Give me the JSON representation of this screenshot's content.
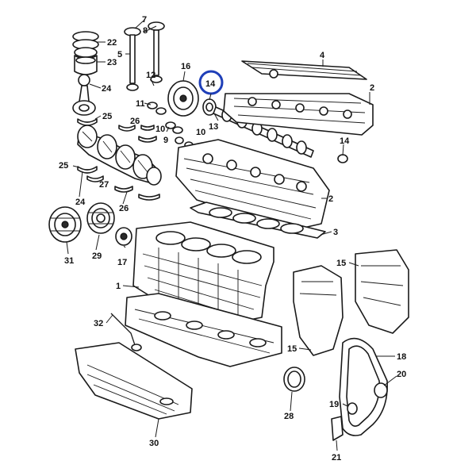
{
  "diagram": {
    "labels": {
      "l1": "1",
      "l2a": "2",
      "l2b": "2",
      "l3": "3",
      "l4": "4",
      "l5": "5",
      "l7": "7",
      "l8": "8",
      "l9": "9",
      "l10a": "10",
      "l10b": "10",
      "l11": "11",
      "l12": "12",
      "l13": "13",
      "l14": "14",
      "l14b": "14",
      "l15a": "15",
      "l15b": "15",
      "l16": "16",
      "l17": "17",
      "l18": "18",
      "l19": "19",
      "l20": "20",
      "l21": "21",
      "l22": "22",
      "l23": "23",
      "l24a": "24",
      "l24b": "24",
      "l25a": "25",
      "l25b": "25",
      "l26a": "26",
      "l26b": "26",
      "l27": "27",
      "l28": "28",
      "l29": "29",
      "l30": "30",
      "l31": "31",
      "l32": "32"
    },
    "highlight_color": "#1f3fb8"
  }
}
